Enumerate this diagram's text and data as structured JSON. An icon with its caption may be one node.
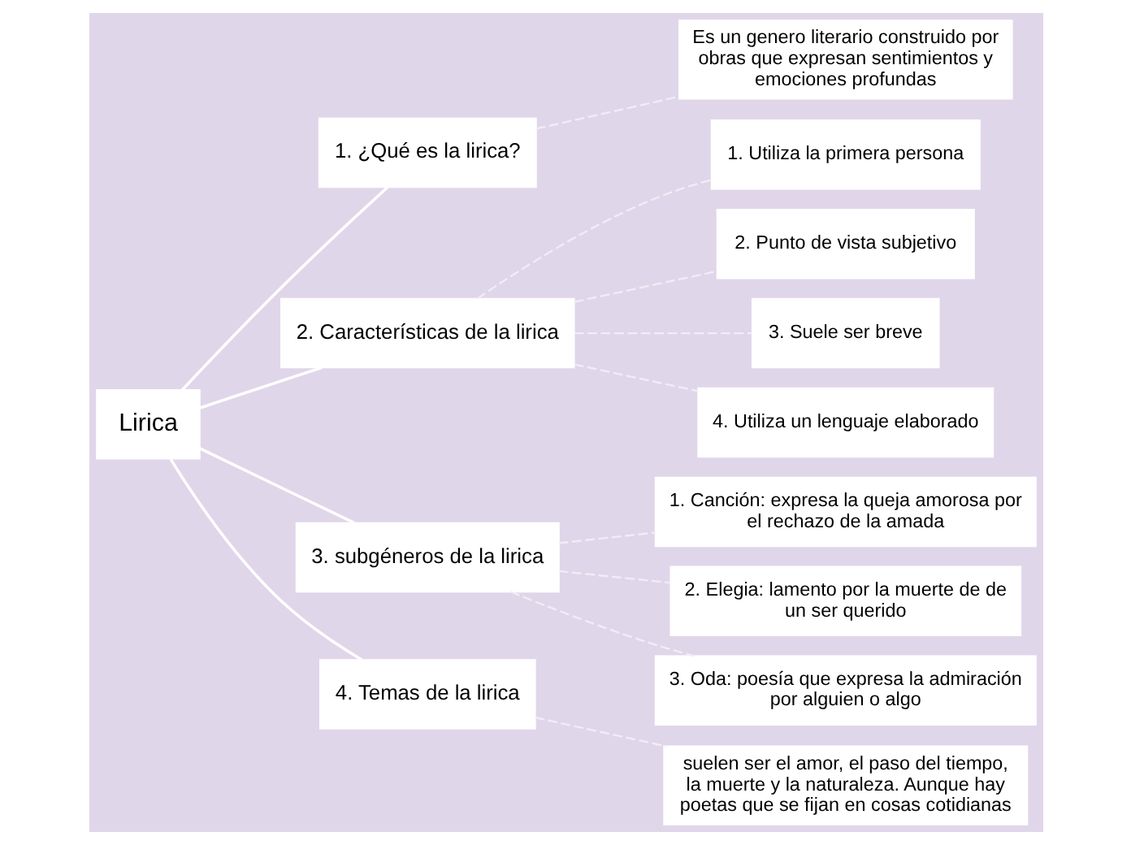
{
  "diagram": {
    "nodes": [
      {
        "text": [
          "Lirica"
        ]
      },
      {
        "text": [
          "1. ¿Qué es la lirica?"
        ]
      },
      {
        "text": [
          "Es un genero literario construido por obras que expresan sentimientos y emociones profundas"
        ]
      },
      {
        "text": [
          "2. Características de la lirica"
        ]
      },
      {
        "text": [
          "1. Utiliza la primera persona"
        ]
      },
      {
        "text": [
          "2. Punto de vista subjetivo"
        ]
      },
      {
        "text": [
          "3. Suele ser breve"
        ]
      },
      {
        "text": [
          "4. Utiliza un lenguaje elaborado"
        ]
      },
      {
        "text": [
          "3. subgéneros de la lirica"
        ]
      },
      {
        "text": [
          "1. Canción: expresa la queja amorosa por el rechazo de la amada"
        ]
      },
      {
        "text": [
          "2. Elegia: lamento por la muerte de de un ser querido"
        ]
      },
      {
        "text": [
          "3. Oda: poesía que expresa la admiración por alguien o algo"
        ]
      },
      {
        "text": [
          "4. Temas de la lirica"
        ]
      },
      {
        "text": [
          "suelen ser el amor, el paso del tiempo, la muerte y la naturaleza. Aunque hay poetas que se fijan en cosas cotidianas"
        ]
      }
    ],
    "edges": [
      {
        "from": 0,
        "to": 1,
        "arrow": "none"
      },
      {
        "from": 1,
        "to": 2,
        "arrow": "none",
        "style": "dashed"
      },
      {
        "from": 0,
        "to": 3,
        "arrow": "none"
      },
      {
        "from": 3,
        "to": 4,
        "arrow": "none",
        "style": "dashed"
      },
      {
        "from": 3,
        "to": 5,
        "arrow": "none",
        "style": "dashed"
      },
      {
        "from": 3,
        "to": 6,
        "arrow": "none",
        "style": "dashed"
      },
      {
        "from": 3,
        "to": 7,
        "arrow": "none",
        "style": "dashed"
      },
      {
        "from": 0,
        "to": 8,
        "arrow": "none"
      },
      {
        "from": 8,
        "to": 9,
        "arrow": "none",
        "style": "dashed"
      },
      {
        "from": 8,
        "to": 10,
        "arrow": "none",
        "style": "dashed"
      },
      {
        "from": 8,
        "to": 11,
        "arrow": "none",
        "style": "dashed"
      },
      {
        "from": 0,
        "to": 12,
        "arrow": "none"
      },
      {
        "from": 12,
        "to": 13,
        "arrow": "none",
        "style": "dashed"
      }
    ]
  }
}
